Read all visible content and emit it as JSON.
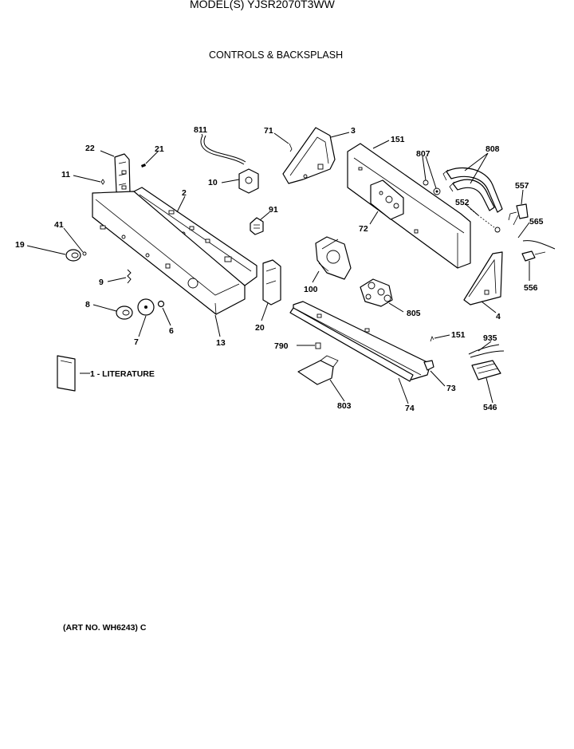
{
  "header": {
    "left_fragment": "",
    "model": "MODEL(S) YJSR2070T3WW",
    "right_fragment": ""
  },
  "title": "CONTROLS & BACKSPLASH",
  "literature_label": "1 - LITERATURE",
  "art_number": "(ART NO. WH6243) C",
  "callouts": [
    "22",
    "21",
    "811",
    "71",
    "3",
    "151",
    "807",
    "808",
    "11",
    "2",
    "10",
    "91",
    "557",
    "552",
    "565",
    "72",
    "41",
    "19",
    "100",
    "556",
    "9",
    "805",
    "4",
    "8",
    "7",
    "6",
    "20",
    "13",
    "151",
    "790",
    "935",
    "73",
    "803",
    "74",
    "546"
  ]
}
